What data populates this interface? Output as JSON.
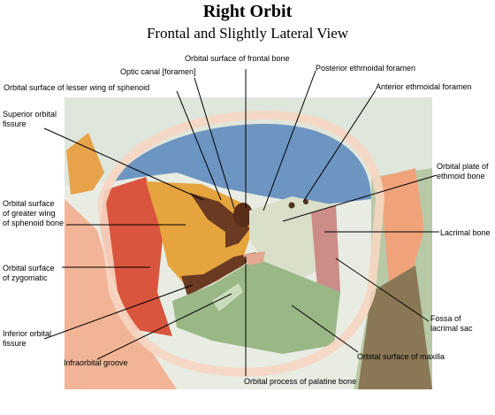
{
  "title": "Right Orbit",
  "subtitle": "Frontal and Slightly Lateral View",
  "labels": {
    "frontal": "Orbital surface of frontal bone",
    "optic": "Optic canal [foramen]",
    "lesser_wing": "Orbital surface of lesser wing of sphenoid",
    "post_ethmoid": "Posterior ethmoidal foramen",
    "ant_ethmoid": "Anterior ethmoidal foramen",
    "sup_fissure": "Superior orbital\nfissure",
    "ethmoid_plate": "Orbital plate of\nethmoid bone",
    "greater_wing": "Orbital surface\nof greater wing\nof sphenoid bone",
    "lacrimal": "Lacrimal bone",
    "zygomatic": "Orbital surface\nof zygomatic",
    "fossa": "Fossa of\nlacrimal sac",
    "inf_fissure": "Inferior orbital\nfissure",
    "maxilla": "Orbital surface of maxilla",
    "infraorbital": "Infraorbital groove",
    "palatine": "Orbital process of palatine bone"
  }
}
